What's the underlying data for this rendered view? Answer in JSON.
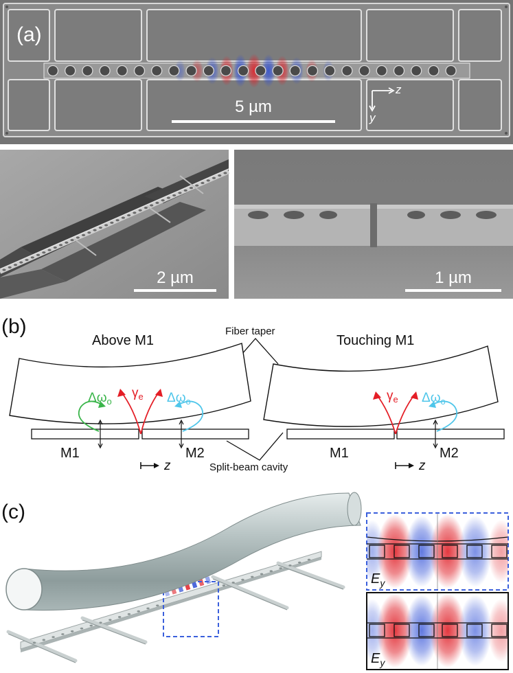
{
  "panel_a": {
    "label": "(a)",
    "scale_bar": "5 µm",
    "axis_z": "z",
    "axis_y": "y"
  },
  "sem_left": {
    "scale_bar": "2 µm"
  },
  "sem_right": {
    "scale_bar": "1 µm"
  },
  "panel_b": {
    "label": "(b)",
    "left_title": "Above M1",
    "right_title": "Touching M1",
    "fiber_label": "Fiber taper",
    "cavity_label": "Split-beam cavity",
    "gamma_left": "γe",
    "gamma_right": "γe",
    "delta_left_green": "Δωo",
    "delta_left_blue": "Δωo",
    "delta_right_blue": "Δωo",
    "m1_left": "M1",
    "m2_left": "M2",
    "m1_right": "M1",
    "m2_right": "M2",
    "z_left": "z",
    "z_right": "z"
  },
  "panel_c": {
    "label": "(c)",
    "field_top_label": "E",
    "field_top_sub": "y",
    "field_bottom_label": "E",
    "field_bottom_sub": "y"
  },
  "colors": {
    "field_red": "#e0222a",
    "field_blue": "#2f4fd6",
    "green": "#3ab54a",
    "cyan": "#4fc6ea",
    "red_arrow": "#e41e26",
    "dashed_blue": "#3a5fdc"
  }
}
